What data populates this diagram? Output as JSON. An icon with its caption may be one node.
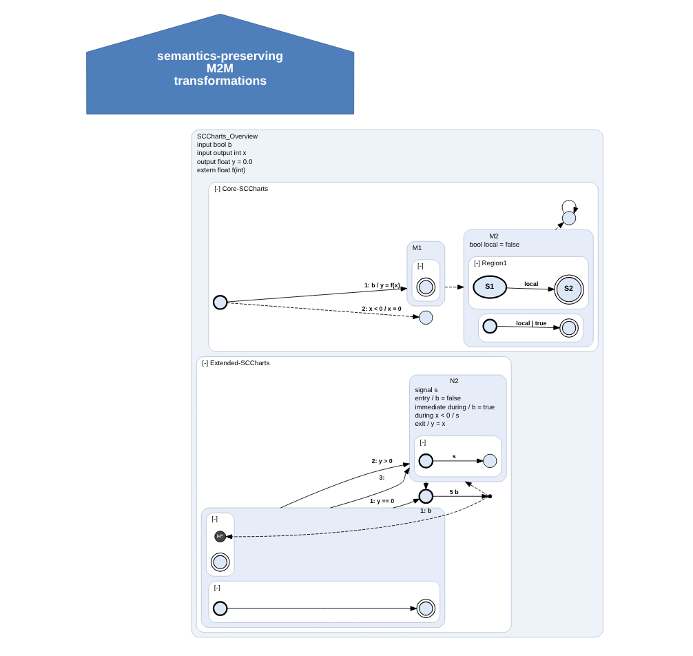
{
  "diagram": {
    "nodes": [
      {
        "text": [
          "SCCharts_Overview",
          "input bool b",
          "input output int x",
          "output float y = 0.0",
          "extern float f(int)"
        ]
      },
      {
        "text": [
          "[-] Core-SCCharts"
        ],
        "in": 0
      },
      {
        "text": [],
        "shape": "circle",
        "in": 1
      },
      {
        "text": [],
        "shape": "circle",
        "in": 1
      },
      {
        "text": [
          "M1"
        ],
        "in": 1
      },
      {
        "text": [
          "[-]"
        ],
        "in": 4
      },
      {
        "text": [],
        "shape": "circle",
        "in": 5
      },
      {
        "text": [
          "M2",
          "bool local = false"
        ],
        "in": 1
      },
      {
        "text": [
          "[-] Region1"
        ],
        "in": 7
      },
      {
        "text": [
          "S1"
        ],
        "in": 8
      },
      {
        "text": [
          "S2"
        ],
        "in": 8
      },
      {
        "text": [],
        "shape": "box",
        "in": 7
      },
      {
        "text": [],
        "shape": "circle",
        "in": 11
      },
      {
        "text": [],
        "shape": "circle",
        "in": 1
      },
      {
        "text": [
          "[-] Extended-SCCharts"
        ],
        "in": 0
      },
      {
        "text": [],
        "shape": "circle",
        "in": 14
      },
      {
        "text": [],
        "shape": "circle",
        "in": 14
      },
      {
        "text": [],
        "shape": "box",
        "in": 14
      },
      {
        "text": [
          "[-]"
        ],
        "in": 17
      },
      {
        "text": [
          "H*"
        ],
        "in": 18
      },
      {
        "text": [],
        "shape": "circle",
        "in": 18
      },
      {
        "text": [
          "[-]"
        ],
        "in": 17
      },
      {
        "text": [],
        "shape": "circle",
        "in": 21
      },
      {
        "text": [],
        "shape": "circle",
        "in": 21
      },
      {
        "text": [
          "N2",
          "signal s",
          "entry / b = false",
          "immediate during / b = true",
          "during x < 0 / s",
          "exit / y = x"
        ],
        "in": 14
      },
      {
        "text": [
          "[-]"
        ],
        "in": 24
      },
      {
        "text": [],
        "shape": "circle",
        "in": 25
      },
      {
        "text": [],
        "shape": "circle",
        "in": 25
      },
      {
        "text": [
          "semantics-preserving M2M transformations"
        ]
      },
      {
        "text": [],
        "shape": "circle",
        "in": 11
      }
    ],
    "edges": [
      {
        "from": 2,
        "to": 3,
        "arrow": "to",
        "label": "2: x < 0 / x = 0",
        "style": "dashed"
      },
      {
        "from": 2,
        "to": 4,
        "arrow": "to",
        "label": "1: b / y = f(x)"
      },
      {
        "from": 4,
        "to": 7,
        "arrow": "to",
        "style": "dashed"
      },
      {
        "from": 9,
        "to": 10,
        "arrow": "to",
        "label": "local"
      },
      {
        "from": 12,
        "to": 29,
        "arrow": "to",
        "label": "local | true"
      },
      {
        "from": 7,
        "to": 13,
        "arrow": "to",
        "style": "dashed"
      },
      {
        "from": 13,
        "to": 13,
        "arrow": "to"
      },
      {
        "from": 15,
        "to": 16,
        "arrow": "to",
        "label": "5 b"
      },
      {
        "from": 16,
        "to": 19,
        "arrow": "to",
        "label": "1: b",
        "style": "dashed"
      },
      {
        "from": 16,
        "to": 24,
        "arrow": "to",
        "style": "dashed"
      },
      {
        "from": 17,
        "to": 15,
        "arrow": "to",
        "label": "1: y == 0"
      },
      {
        "from": 24,
        "to": 15,
        "arrow": "to"
      },
      {
        "from": 17,
        "to": 24,
        "arrow": "to",
        "label": "3:"
      },
      {
        "from": 17,
        "to": 24,
        "arrow": "to",
        "label": "2: y > 0"
      },
      {
        "from": 22,
        "to": 23,
        "arrow": "to"
      },
      {
        "from": 26,
        "to": 27,
        "arrow": "to",
        "label": "s"
      }
    ]
  }
}
